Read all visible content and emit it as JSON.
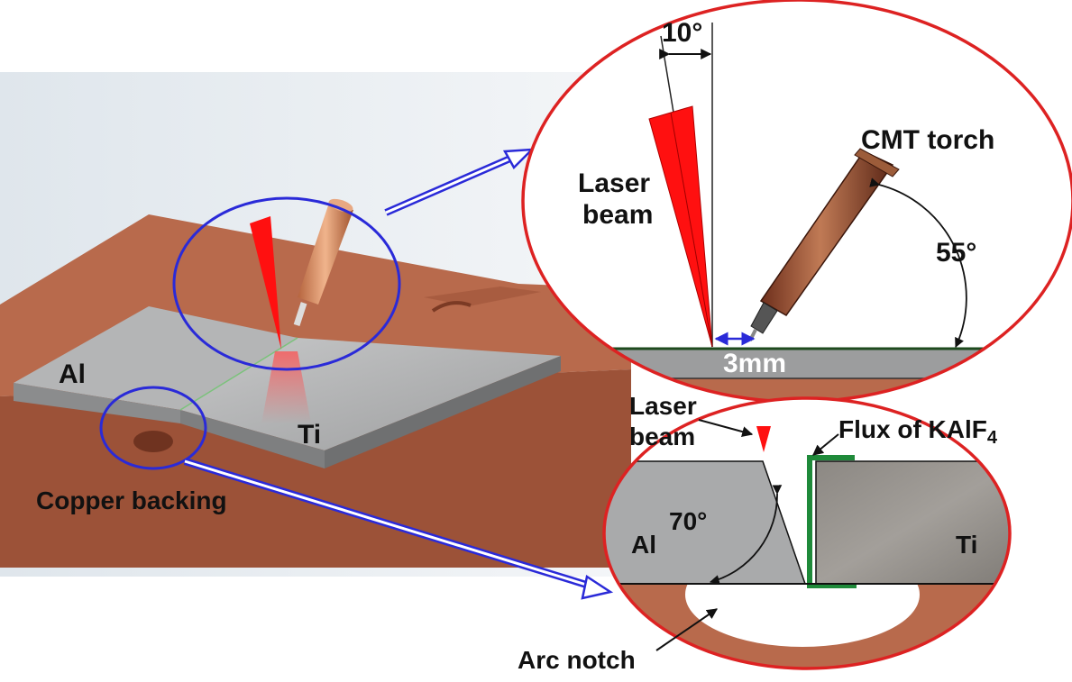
{
  "colors": {
    "copper": "#b86a4c",
    "copper_dark": "#8e4a32",
    "plate_gray": "#a9aaab",
    "laser_red": "#ff1010",
    "callout_blue": "#2a2ad8",
    "callout_red": "#dd2222",
    "flux_green": "#1f8a3a"
  },
  "icons": [
    "laser-beam-cone-icon",
    "cmt-torch-icon",
    "dimension-arrow-icon"
  ],
  "labels": {
    "al_main": "Al",
    "ti_main": "Ti",
    "copper_backing": "Copper backing",
    "angle_10": "10°",
    "laser_beam_top_1": "Laser",
    "laser_beam_top_2": "beam",
    "cmt_torch": "CMT torch",
    "angle_55": "55°",
    "gap_3mm": "3mm",
    "laser_beam_bottom_1": "Laser",
    "laser_beam_bottom_2": "beam",
    "flux_prefix": "Flux of KAlF",
    "flux_subscript": "4",
    "angle_70": "70°",
    "al_detail": "Al",
    "ti_detail": "Ti",
    "arc_notch": "Arc notch"
  }
}
